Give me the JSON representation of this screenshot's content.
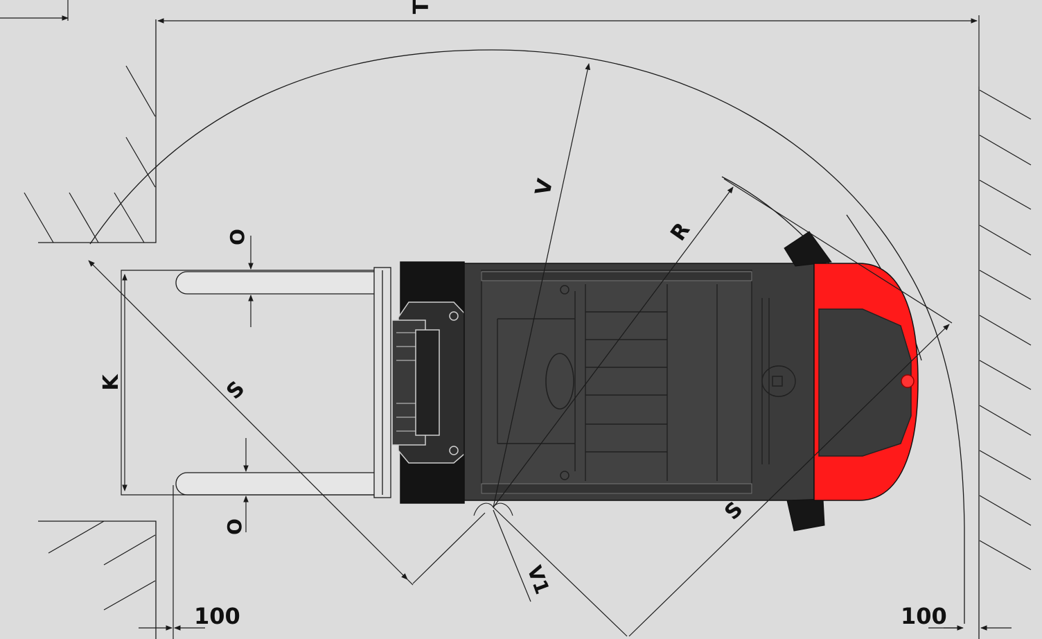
{
  "diagram": {
    "labels": {
      "T": "T",
      "V": "V",
      "R": "R",
      "S_left": "S",
      "S_right": "S",
      "K": "K",
      "O_top": "O",
      "O_bottom": "O",
      "V1": "V1",
      "d100_left": "100",
      "d100_right": "100"
    },
    "colors": {
      "background": "#dcdcdc",
      "line": "#1a1a1a",
      "body": "#3b3b3b",
      "body_dark": "#1c1c1c",
      "counterweight": "#ff1a1a"
    }
  }
}
